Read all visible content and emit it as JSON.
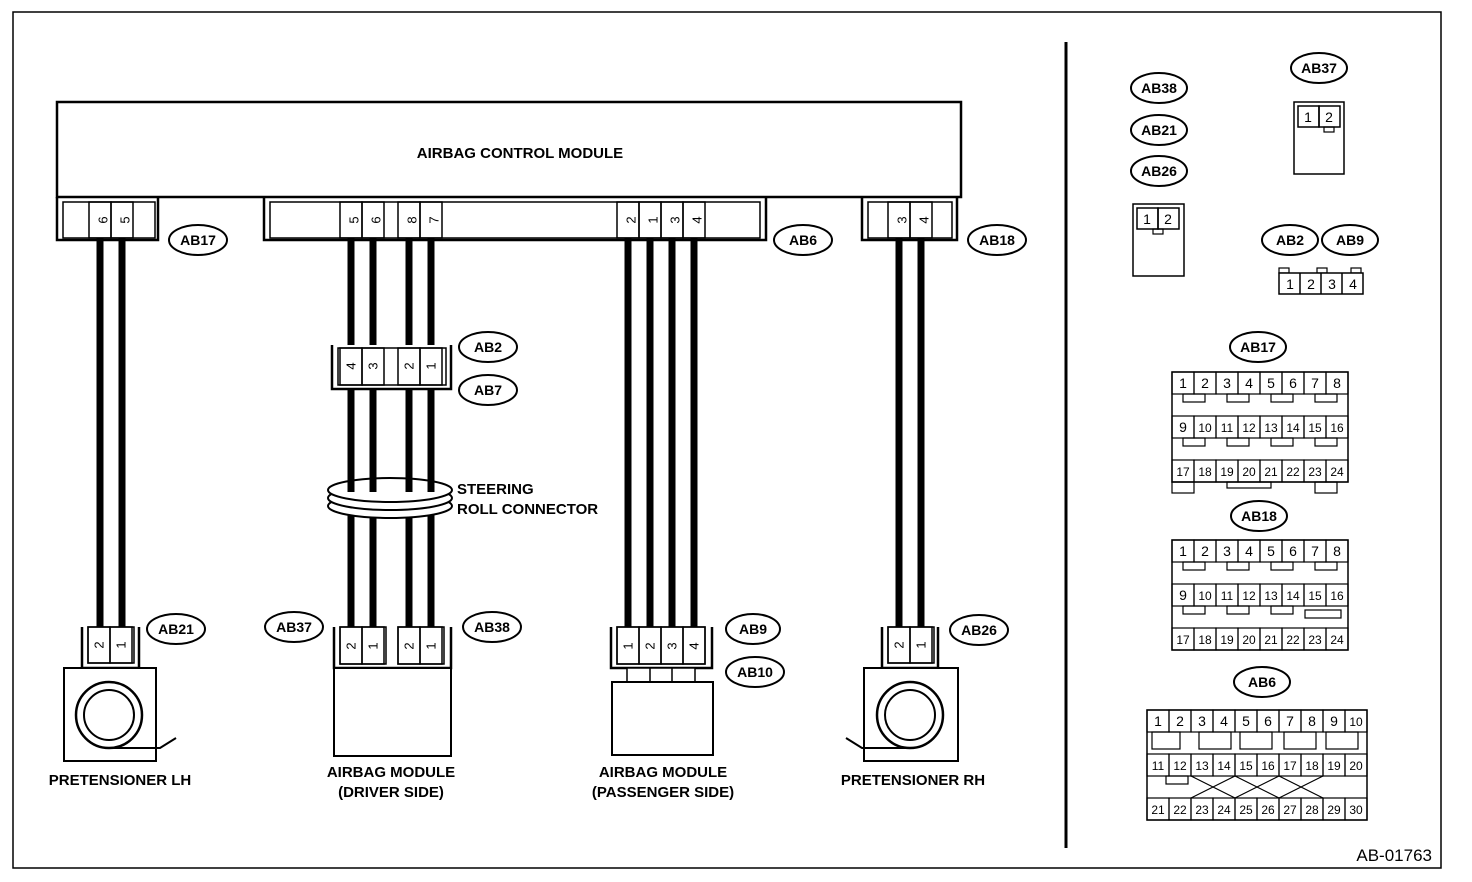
{
  "module": {
    "title": "AIRBAG CONTROL MODULE"
  },
  "top_connectors": {
    "ab17": {
      "id": "AB17",
      "pins": [
        "6",
        "5"
      ]
    },
    "ab6": {
      "id": "AB6",
      "pins": [
        "5",
        "6",
        "8",
        "7",
        "2",
        "1",
        "3",
        "4"
      ]
    },
    "ab18": {
      "id": "AB18",
      "pins": [
        "3",
        "4"
      ]
    }
  },
  "intermediate": {
    "ab2": "AB2",
    "ab7": "AB7",
    "pins": [
      "4",
      "3",
      "2",
      "1"
    ],
    "roll_connector": [
      "STEERING",
      "ROLL CONNECTOR"
    ]
  },
  "components": {
    "pretensioner_lh": {
      "label": "PRETENSIONER LH",
      "connector": "AB21",
      "pins": [
        "2",
        "1"
      ]
    },
    "driver_module": {
      "label": [
        "AIRBAG MODULE",
        "(DRIVER SIDE)"
      ],
      "connectors": [
        "AB37",
        "AB38"
      ],
      "pins": [
        "2",
        "1",
        "2",
        "1"
      ]
    },
    "passenger_module": {
      "label": [
        "AIRBAG MODULE",
        "(PASSENGER SIDE)"
      ],
      "connectors": [
        "AB9",
        "AB10"
      ],
      "pins": [
        "1",
        "2",
        "3",
        "4"
      ]
    },
    "pretensioner_rh": {
      "label": "PRETENSIONER RH",
      "connector": "AB26",
      "pins": [
        "2",
        "1"
      ]
    }
  },
  "connector_views": {
    "two_pin_group_a": [
      "AB38",
      "AB21",
      "AB26"
    ],
    "two_pin_group_b": [
      "AB37"
    ],
    "two_pins": [
      "1",
      "2"
    ],
    "four_pin_group": [
      "AB2",
      "AB9"
    ],
    "four_pins": [
      "1",
      "2",
      "3",
      "4"
    ],
    "ab17": {
      "id": "AB17",
      "rows": [
        [
          "1",
          "2",
          "3",
          "4",
          "5",
          "6",
          "7",
          "8"
        ],
        [
          "9",
          "10",
          "11",
          "12",
          "13",
          "14",
          "15",
          "16"
        ],
        [
          "17",
          "18",
          "19",
          "20",
          "21",
          "22",
          "23",
          "24"
        ]
      ]
    },
    "ab18": {
      "id": "AB18",
      "rows": [
        [
          "1",
          "2",
          "3",
          "4",
          "5",
          "6",
          "7",
          "8"
        ],
        [
          "9",
          "10",
          "11",
          "12",
          "13",
          "14",
          "15",
          "16"
        ],
        [
          "17",
          "18",
          "19",
          "20",
          "21",
          "22",
          "23",
          "24"
        ]
      ]
    },
    "ab6": {
      "id": "AB6",
      "rows": [
        [
          "1",
          "2",
          "3",
          "4",
          "5",
          "6",
          "7",
          "8",
          "9",
          "10"
        ],
        [
          "11",
          "12",
          "13",
          "14",
          "15",
          "16",
          "17",
          "18",
          "19",
          "20"
        ],
        [
          "21",
          "22",
          "23",
          "24",
          "25",
          "26",
          "27",
          "28",
          "29",
          "30"
        ]
      ]
    }
  },
  "figure_code": "AB-01763"
}
